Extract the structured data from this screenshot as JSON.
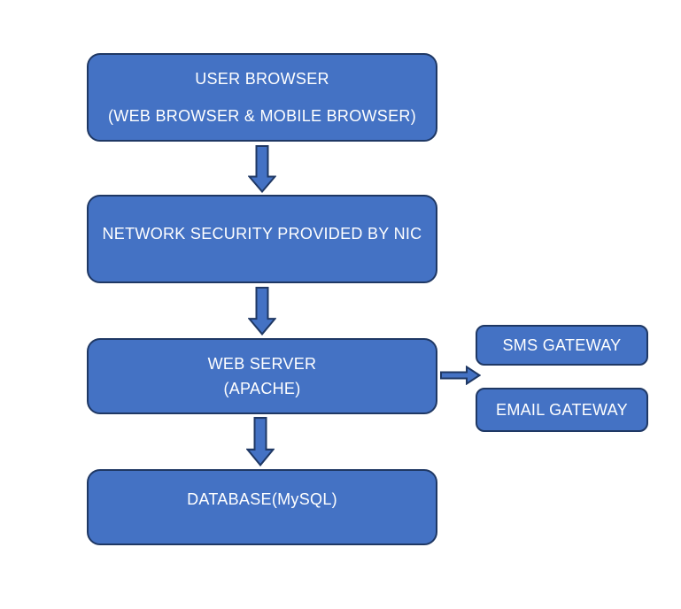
{
  "diagram": {
    "colors": {
      "node_fill": "#4472C4",
      "node_border": "#1F3864",
      "text": "#FFFFFF",
      "background": "#FFFFFF"
    },
    "nodes": {
      "user_browser": {
        "line1": "USER BROWSER",
        "line2": "(WEB BROWSER & MOBILE BROWSER)"
      },
      "network_security": {
        "label": "NETWORK SECURITY PROVIDED BY NIC"
      },
      "web_server": {
        "line1": "WEB SERVER",
        "line2": "(APACHE)"
      },
      "database": {
        "label": "DATABASE(MySQL)"
      },
      "sms_gateway": {
        "label": "SMS GATEWAY"
      },
      "email_gateway": {
        "label": "EMAIL GATEWAY"
      }
    },
    "edges": [
      {
        "from": "user_browser",
        "to": "network_security",
        "direction": "down"
      },
      {
        "from": "network_security",
        "to": "web_server",
        "direction": "down"
      },
      {
        "from": "web_server",
        "to": "database",
        "direction": "down"
      },
      {
        "from": "web_server",
        "to": "sms_gateway / email_gateway",
        "direction": "right"
      }
    ]
  }
}
